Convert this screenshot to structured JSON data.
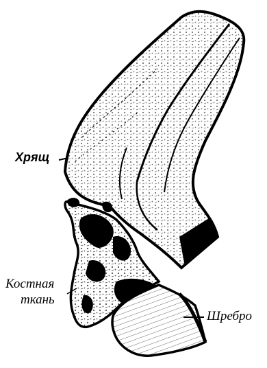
{
  "labels": {
    "cartilage": "Хрящ",
    "bone_line1": "Костная",
    "bone_line2": "ткань",
    "rib": "Шребро"
  },
  "colors": {
    "ink": "#000000",
    "paper": "#ffffff"
  }
}
